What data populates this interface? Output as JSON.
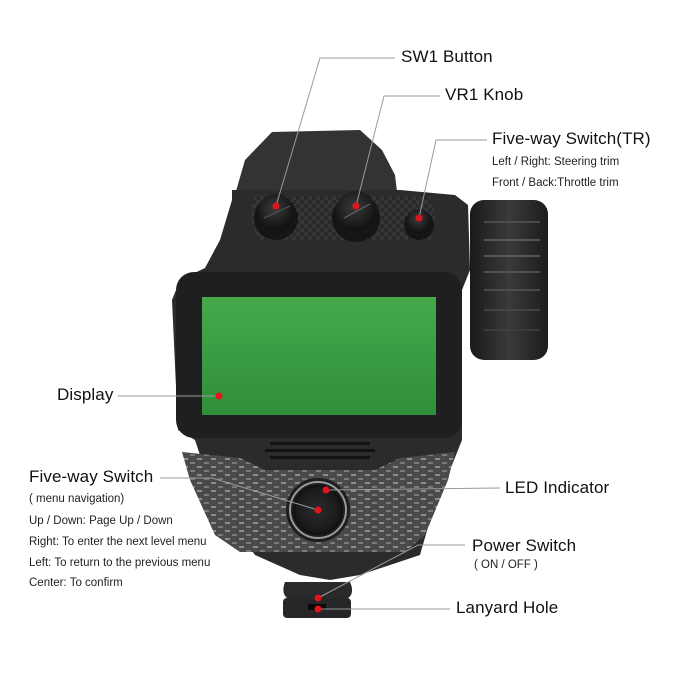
{
  "diagram": {
    "subject": "RC transmitter front view with labeled controls",
    "colors": {
      "body": "#2b2b2d",
      "display": "#3fa447",
      "marker": "#e0151b",
      "leader_line": "#9a9a9a",
      "text": "#111111"
    }
  },
  "labels": {
    "sw1": {
      "title": "SW1 Button"
    },
    "vr1": {
      "title": "VR1 Knob"
    },
    "tr": {
      "title": "Five-way Switch(TR)",
      "lines": [
        "Left / Right: Steering trim",
        "Front / Back:Throttle trim"
      ]
    },
    "display": {
      "title": "Display"
    },
    "fiveway": {
      "title": "Five-way Switch",
      "lines": [
        "( menu navigation)",
        "Up / Down: Page Up / Down",
        "Right: To enter the next level menu",
        "Left: To return to the previous menu",
        "Center: To confirm"
      ]
    },
    "led": {
      "title": "LED Indicator"
    },
    "power": {
      "title": "Power Switch",
      "lines": [
        "( ON / OFF )"
      ]
    },
    "lanyard": {
      "title": "Lanyard Hole"
    }
  }
}
